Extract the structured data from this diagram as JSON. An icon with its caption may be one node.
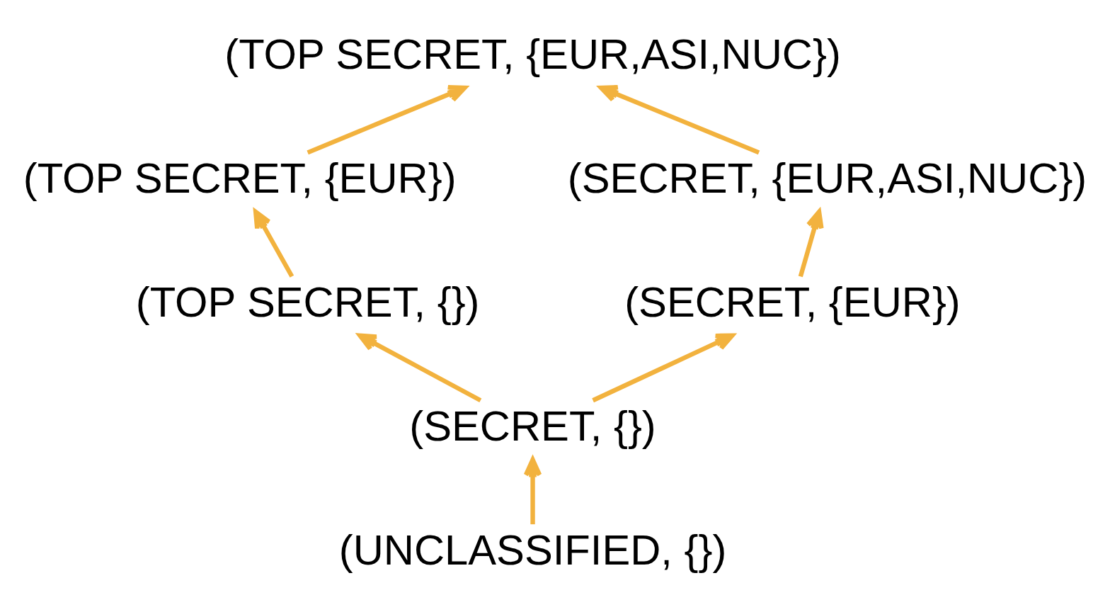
{
  "diagram": {
    "nodes": [
      {
        "text": [
          "(TOP SECRET, {EUR,ASI,NUC})"
        ]
      },
      {
        "text": [
          "(TOP SECRET, {EUR})"
        ]
      },
      {
        "text": [
          "(SECRET, {EUR,ASI,NUC})"
        ]
      },
      {
        "text": [
          "(TOP SECRET, {})"
        ]
      },
      {
        "text": [
          "(SECRET, {EUR})"
        ]
      },
      {
        "text": [
          "(SECRET, {})"
        ]
      },
      {
        "text": [
          "(UNCLASSIFIED, {})"
        ]
      }
    ],
    "edges": [
      {
        "from": 6,
        "to": 5,
        "arrow": "to"
      },
      {
        "from": 5,
        "to": 3,
        "arrow": "to"
      },
      {
        "from": 5,
        "to": 4,
        "arrow": "to"
      },
      {
        "from": 3,
        "to": 1,
        "arrow": "to"
      },
      {
        "from": 4,
        "to": 2,
        "arrow": "to"
      },
      {
        "from": 1,
        "to": 0,
        "arrow": "to"
      },
      {
        "from": 2,
        "to": 0,
        "arrow": "to"
      }
    ]
  }
}
